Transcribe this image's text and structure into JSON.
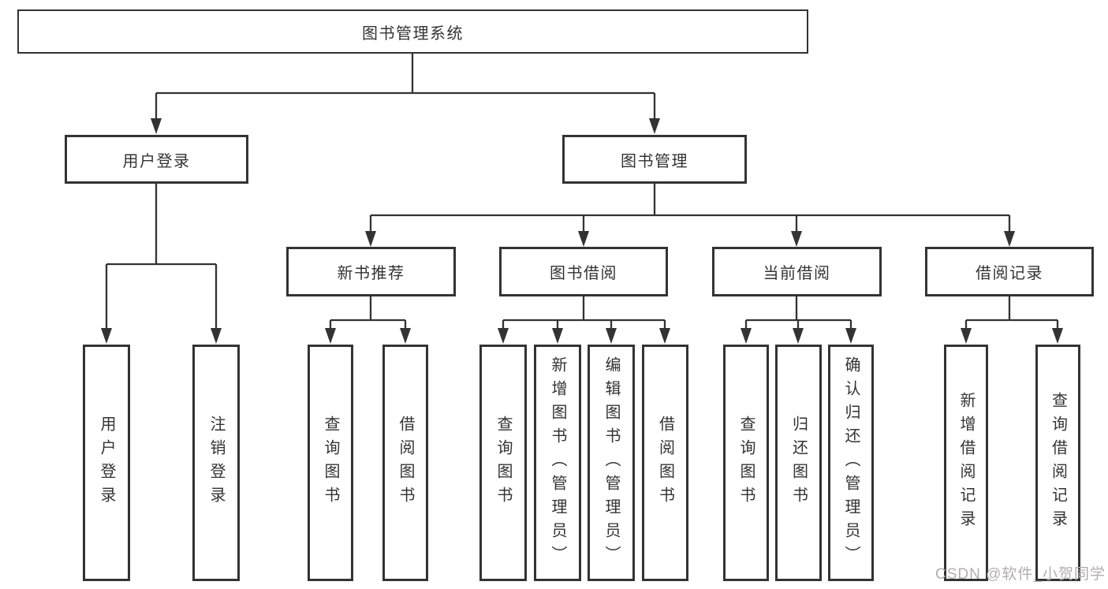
{
  "tree": {
    "root": "图书管理系统",
    "branches": [
      {
        "label": "用户登录",
        "children": [
          "用户登录",
          "注销登录"
        ]
      },
      {
        "label": "图书管理",
        "children": [
          {
            "label": "新书推荐",
            "children": [
              "查询图书",
              "借阅图书"
            ]
          },
          {
            "label": "图书借阅",
            "children": [
              "查询图书",
              "新增图书（管理员）",
              "编辑图书（管理员）",
              "借阅图书"
            ]
          },
          {
            "label": "当前借阅",
            "children": [
              "查询图书",
              "归还图书",
              "确认归还（管理员）"
            ]
          },
          {
            "label": "借阅记录",
            "children": [
              "新增借阅记录",
              "查询借阅记录"
            ]
          }
        ]
      }
    ]
  },
  "watermark": {
    "text": "CSDN @软件_小贺同学"
  },
  "colors": {
    "line": "#333333",
    "text": "#333333",
    "watermark": "#b4aeae",
    "background": "#ffffff",
    "box_background": "#ffffff"
  }
}
